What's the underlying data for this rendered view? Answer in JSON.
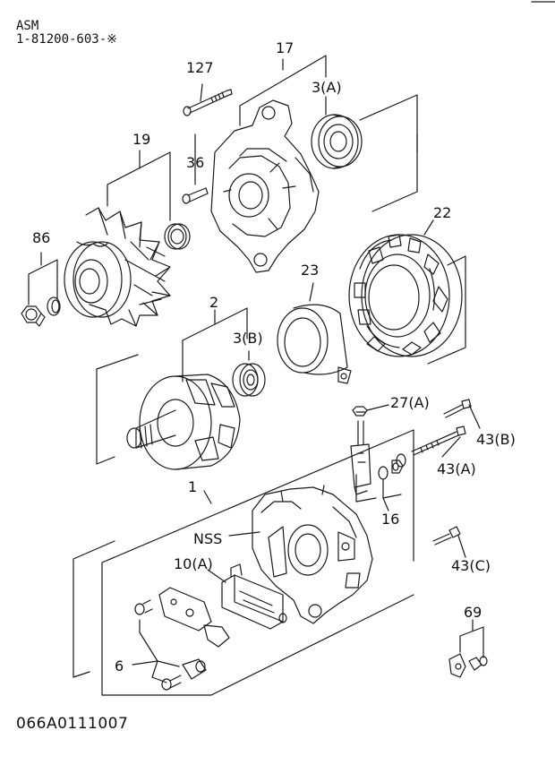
{
  "header": {
    "line1": "ASM",
    "line2": "1-81200-603-※"
  },
  "diagram_code": "066A0111007",
  "callouts": {
    "c17": "17",
    "c127": "127",
    "c3a": "3(A)",
    "c19": "19",
    "c36": "36",
    "c22": "22",
    "c86": "86",
    "c23": "23",
    "c2": "2",
    "c3b": "3(B)",
    "c27a": "27(A)",
    "c43b": "43(B)",
    "c43a": "43(A)",
    "c1": "1",
    "c16": "16",
    "cnss": "NSS",
    "c10a": "10(A)",
    "c43c": "43(C)",
    "c69": "69",
    "c6": "6"
  }
}
